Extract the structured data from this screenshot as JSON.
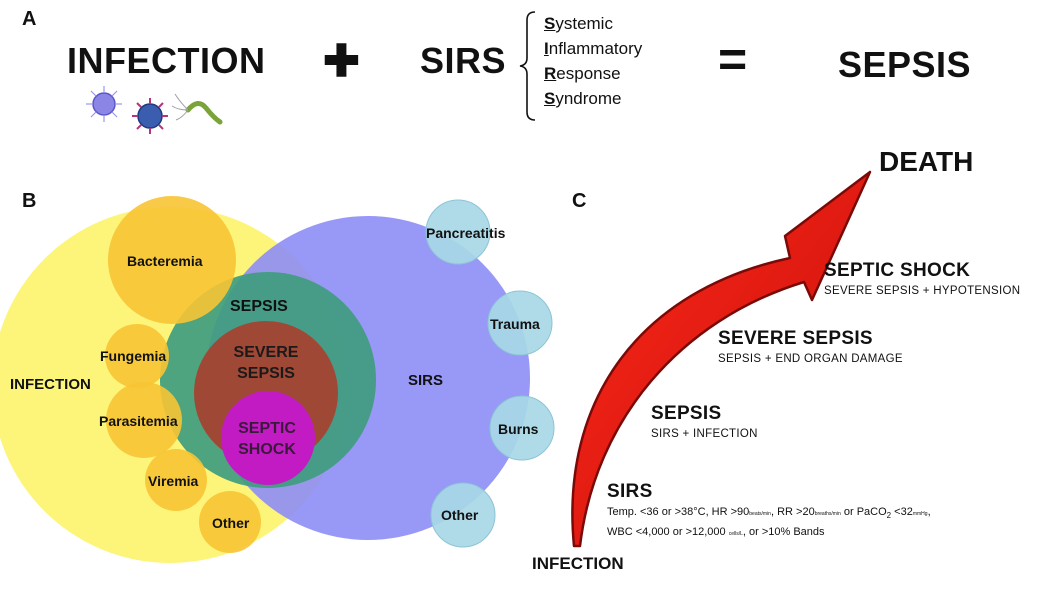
{
  "panel_a": {
    "label": "A",
    "infection": "INFECTION",
    "plus": "✚",
    "sirs": "SIRS",
    "acronym": [
      {
        "first": "S",
        "rest": "ystemic"
      },
      {
        "first": "I",
        "rest": "nflammatory"
      },
      {
        "first": "R",
        "rest": "esponse"
      },
      {
        "first": "S",
        "rest": "yndrome"
      }
    ],
    "equals": "=",
    "sepsis": "SEPSIS"
  },
  "panel_b": {
    "label": "B",
    "infection_label": "INFECTION",
    "sirs_label": "SIRS",
    "sepsis_label": "SEPSIS",
    "severe_label": "SEVERE SEPSIS",
    "septic_label": "SEPTIC SHOCK",
    "infection_types": [
      "Bacteremia",
      "Fungemia",
      "Parasitemia",
      "Viremia",
      "Other"
    ],
    "sirs_causes": [
      "Pancreatitis",
      "Trauma",
      "Burns",
      "Other"
    ],
    "colors": {
      "infection": "#fdf57a",
      "sirs": "#8d8df5",
      "sepsis": "#3f9c7e",
      "severe": "#a04836",
      "septic": "#c21bc4",
      "infection_type": "#f7c434",
      "sirs_cause": "#a8d8e6"
    }
  },
  "panel_c": {
    "label": "C",
    "death": "DEATH",
    "infection": "INFECTION",
    "stages": [
      {
        "title": "SEPTIC SHOCK",
        "sub": "SEVERE SEPSIS + HYPOTENSION"
      },
      {
        "title": "SEVERE SEPSIS",
        "sub": "SEPSIS + END ORGAN DAMAGE"
      },
      {
        "title": "SEPSIS",
        "sub": "SIRS + INFECTION"
      },
      {
        "title": "SIRS",
        "sub": ""
      }
    ],
    "criteria": {
      "temp": "Temp. <36 or >38°C, HR >90",
      "hr_unit": "beats/min",
      "rr": ", RR >20",
      "rr_unit": "breaths/min",
      "paco2": " or PaCO",
      "paco2_sub": "2",
      "paco2_val": " <32",
      "paco2_unit": "mmHg",
      "end1": ",",
      "wbc": "WBC <4,000 or >12,000 ",
      "wbc_unit": "cells/L",
      "wbc_end": ", or >10% Bands"
    },
    "arrow_color": "#e8150f"
  }
}
